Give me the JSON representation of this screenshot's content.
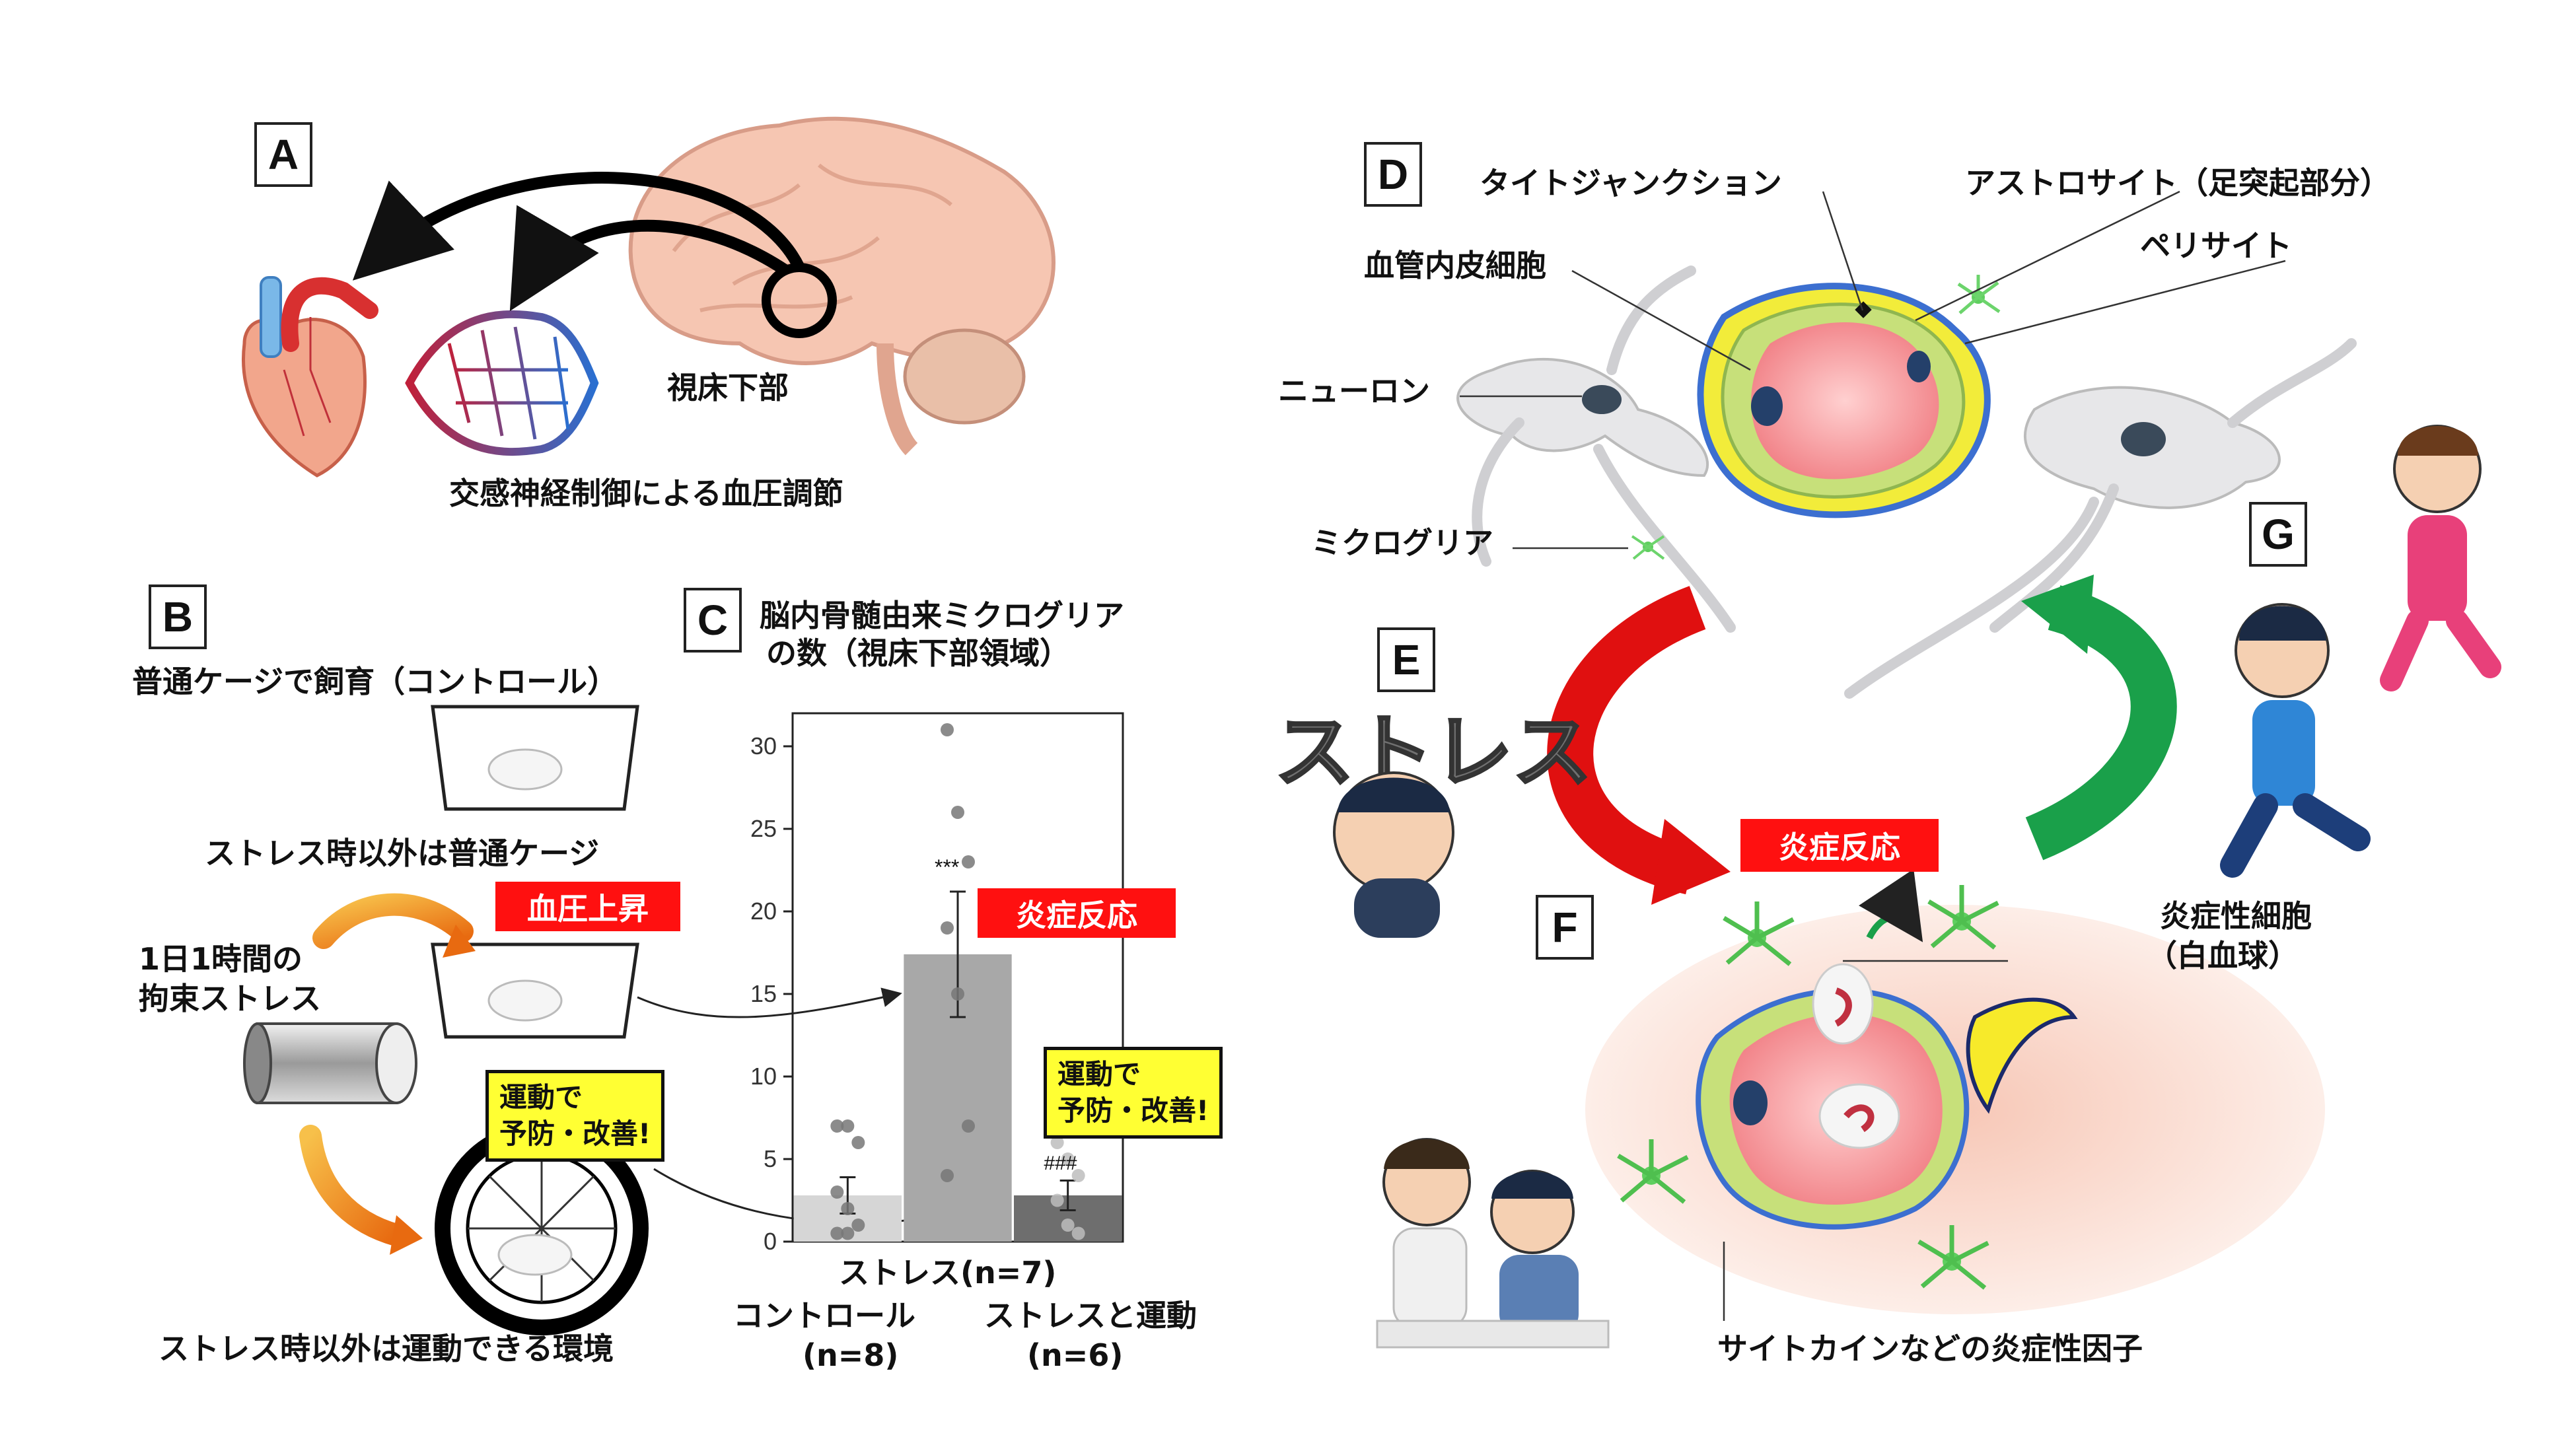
{
  "panels": {
    "a": {
      "label": "A",
      "hypothalamus": "視床下部",
      "caption": "交感神経制御による血圧調節"
    },
    "b": {
      "label": "B",
      "control_caption": "普通ケージで飼育（コントロール）",
      "stress_caption": "ストレス時以外は普通ケージ",
      "restraint_caption_1": "1日1時間の",
      "restraint_caption_2": "拘束ストレス",
      "bp_badge": "血圧上昇",
      "exercise_badge_1": "運動で",
      "exercise_badge_2": "予防・改善!",
      "exercise_caption": "ストレス時以外は運動できる環境"
    },
    "c": {
      "label": "C",
      "title_1": "脳内骨髄由来ミクログリア",
      "title_2": "の数（視床下部領域）",
      "inflammation_badge": "炎症反応",
      "exercise_badge_1": "運動で",
      "exercise_badge_2": "予防・改善!",
      "sig_stress": "***",
      "sig_exercise": "###",
      "group_control_1": "コントロール",
      "group_control_2": "(n=8)",
      "group_stress": "ストレス(n=7)",
      "group_exercise_1": "ストレスと運動",
      "group_exercise_2": "(n=6)"
    },
    "d": {
      "label": "D",
      "tight_junction": "タイトジャンクション",
      "astrocyte": "アストロサイト（足突起部分）",
      "endothelial": "血管内皮細胞",
      "pericyte": "ペリサイト",
      "neuron": "ニューロン",
      "microglia": "ミクログリア"
    },
    "e": {
      "label": "E",
      "stress_word": "ストレス"
    },
    "center": {
      "inflammation": "炎症反応"
    },
    "f": {
      "label": "F",
      "inflammatory_cell_1": "炎症性細胞",
      "inflammatory_cell_2": "（白血球）",
      "cytokine": "サイトカインなどの炎症性因子"
    },
    "g": {
      "label": "G"
    }
  },
  "colors": {
    "badge_red": "#ff1010",
    "badge_yellow": "#ffff33",
    "arrow_red": "#e01010",
    "arrow_green": "#1aa04a",
    "bar_control": "#d6d6d6",
    "bar_stress": "#a8a8a8",
    "bar_exercise": "#6e6e6e"
  },
  "chart_data": {
    "type": "bar",
    "categories": [
      "コントロール",
      "ストレス",
      "ストレスと運動"
    ],
    "values": [
      2.8,
      17.4,
      2.8
    ],
    "errors": [
      1.1,
      3.8,
      0.9
    ],
    "points": [
      [
        7,
        7,
        6,
        3,
        2,
        1,
        0.5,
        0.5
      ],
      [
        31,
        26,
        23,
        19,
        15,
        7,
        4
      ],
      [
        6,
        5,
        4,
        2.5,
        1,
        0.5
      ]
    ],
    "ylim": [
      0,
      32
    ],
    "yticks": [
      0,
      5,
      10,
      15,
      20,
      25,
      30
    ],
    "grid": false
  }
}
